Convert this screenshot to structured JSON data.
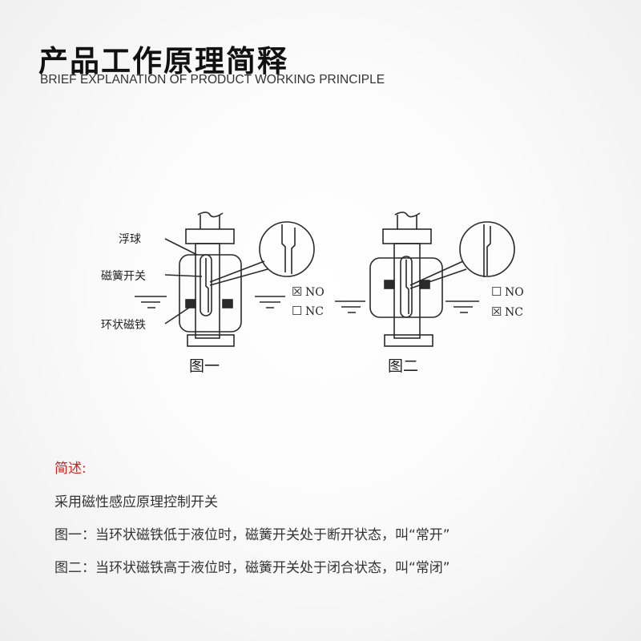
{
  "header": {
    "title": "产品工作原理简释",
    "subtitle": "BRIEF EXPLANATION OF PRODUCT WORKING PRINCIPLE"
  },
  "diagram": {
    "labels": {
      "float": "浮球",
      "reed_switch": "磁簧开关",
      "ring_magnet": "环状磁铁"
    },
    "figure1": {
      "caption": "图一",
      "options": [
        {
          "label": "NO",
          "checked": true
        },
        {
          "label": "NC",
          "checked": false
        }
      ]
    },
    "figure2": {
      "caption": "图二",
      "options": [
        {
          "label": "NO",
          "checked": false
        },
        {
          "label": "NC",
          "checked": true
        }
      ]
    },
    "checked_glyph": "☒",
    "unchecked_glyph": "☐"
  },
  "description": {
    "heading": "简述:",
    "lines": [
      "采用磁性感应原理控制开关",
      "图一：当环状磁铁低于液位时，磁簧开关处于断开状态，叫“常开”",
      "图二：当环状磁铁高于液位时，磁簧开关处于闭合状态，叫“常闭”"
    ]
  },
  "colors": {
    "heading_accent": "#d9211c",
    "line": "#2a2a2a"
  }
}
